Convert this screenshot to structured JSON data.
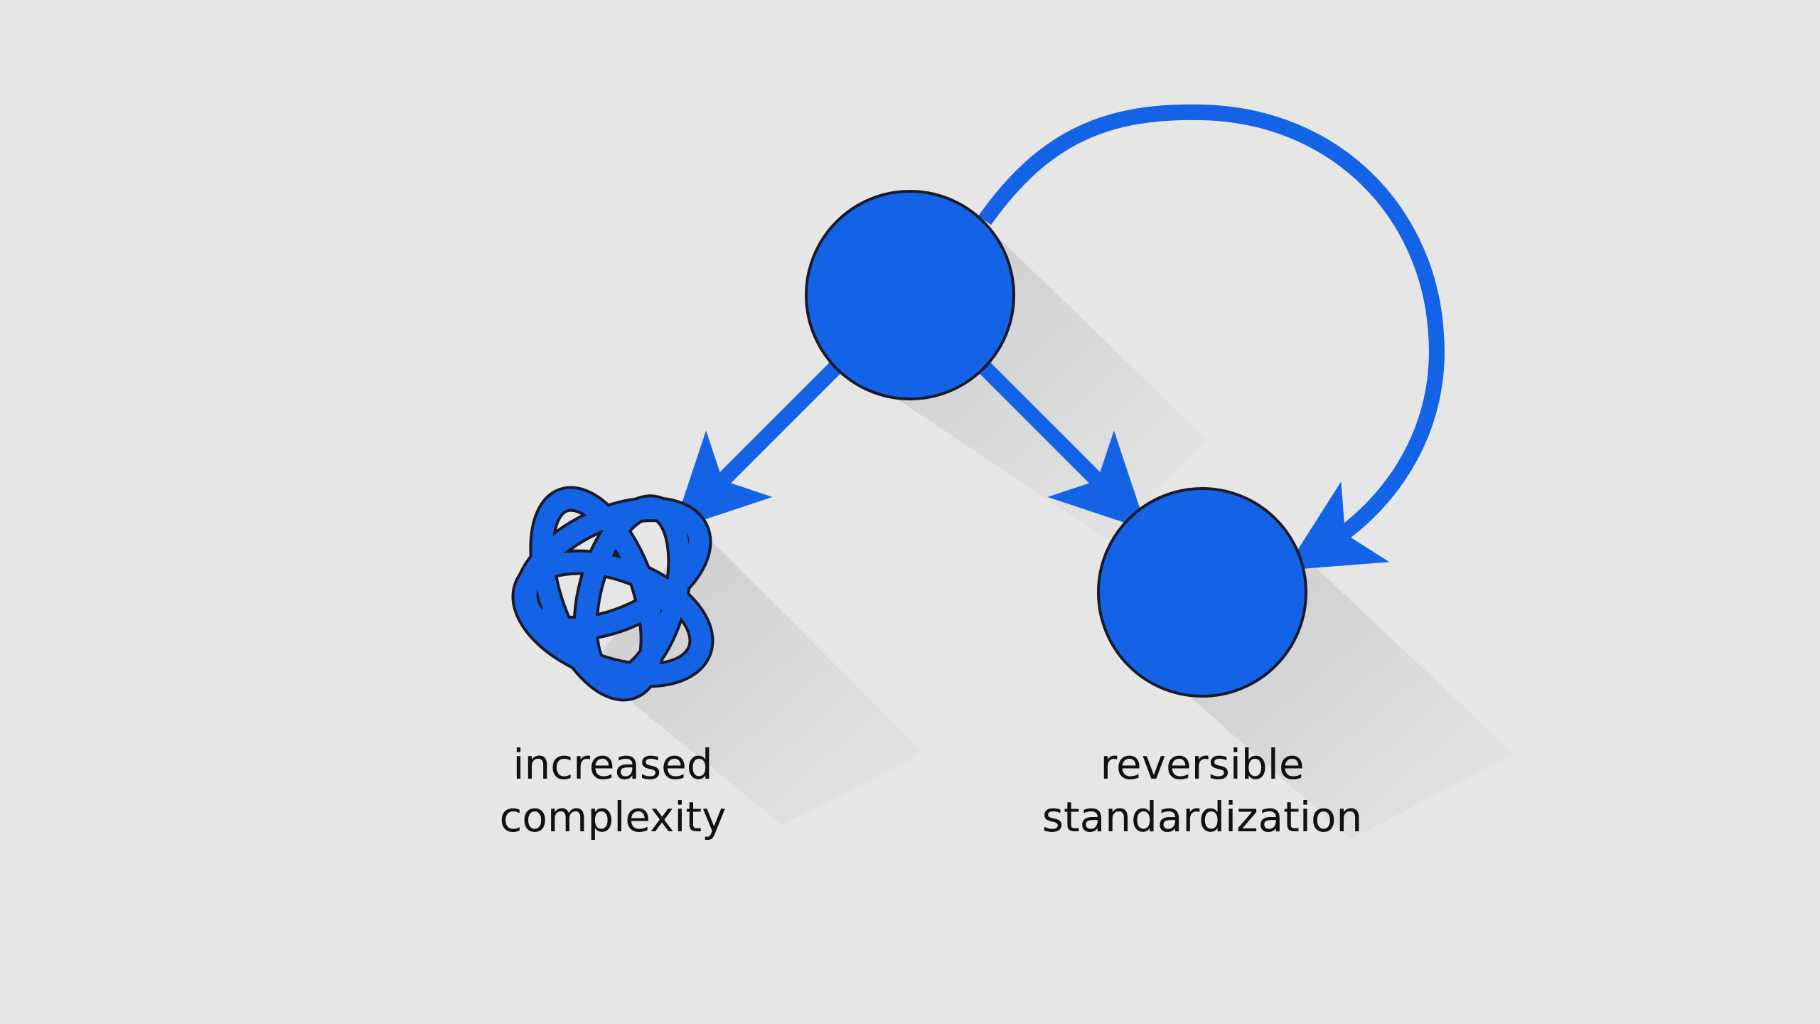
{
  "labels": {
    "left": [
      "increased",
      "complexity"
    ],
    "right": [
      "reversible",
      "standardization"
    ]
  },
  "colors": {
    "node": "#1463e6",
    "arrow": "#1463e6",
    "background": "#e6e6e6",
    "text": "#111111"
  }
}
